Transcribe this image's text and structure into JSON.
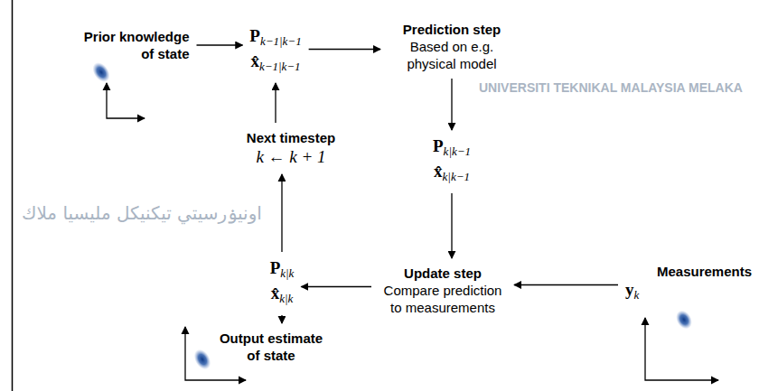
{
  "diagram": {
    "nodes": [
      {
        "text": [
          "Prior knowledge of state"
        ]
      },
      {
        "text": [
          "Pk−1|k−1",
          "x̂k−1|k−1"
        ]
      },
      {
        "text": [
          "Prediction step",
          "Based on e.g. physical model"
        ]
      },
      {
        "text": [
          "Next timestep",
          "k ← k + 1"
        ]
      },
      {
        "text": [
          "Pk|k−1",
          "x̂k|k−1"
        ]
      },
      {
        "text": [
          "Pk|k",
          "x̂k|k"
        ]
      },
      {
        "text": [
          "Update step",
          "Compare prediction to measurements"
        ]
      },
      {
        "text": [
          "Measurements",
          "yk"
        ]
      },
      {
        "text": [
          "Output estimate of state"
        ]
      }
    ],
    "edges": [
      {
        "from": 0,
        "to": 1,
        "arrow": "to"
      },
      {
        "from": 1,
        "to": 2,
        "arrow": "to"
      },
      {
        "from": 2,
        "to": 4,
        "arrow": "to"
      },
      {
        "from": 4,
        "to": 6,
        "arrow": "to"
      },
      {
        "from": 7,
        "to": 6,
        "arrow": "to"
      },
      {
        "from": 6,
        "to": 5,
        "arrow": "to"
      },
      {
        "from": 5,
        "to": 8,
        "arrow": "to"
      },
      {
        "from": 5,
        "to": 3,
        "arrow": "to"
      },
      {
        "from": 3,
        "to": 1,
        "arrow": "to"
      }
    ],
    "labels": [
      "UNIVERSITI TEKNIKAL MALAYSIA MELAKA",
      "اونيۏرسيتي تيكنيكل مليسيا ملاك"
    ]
  }
}
